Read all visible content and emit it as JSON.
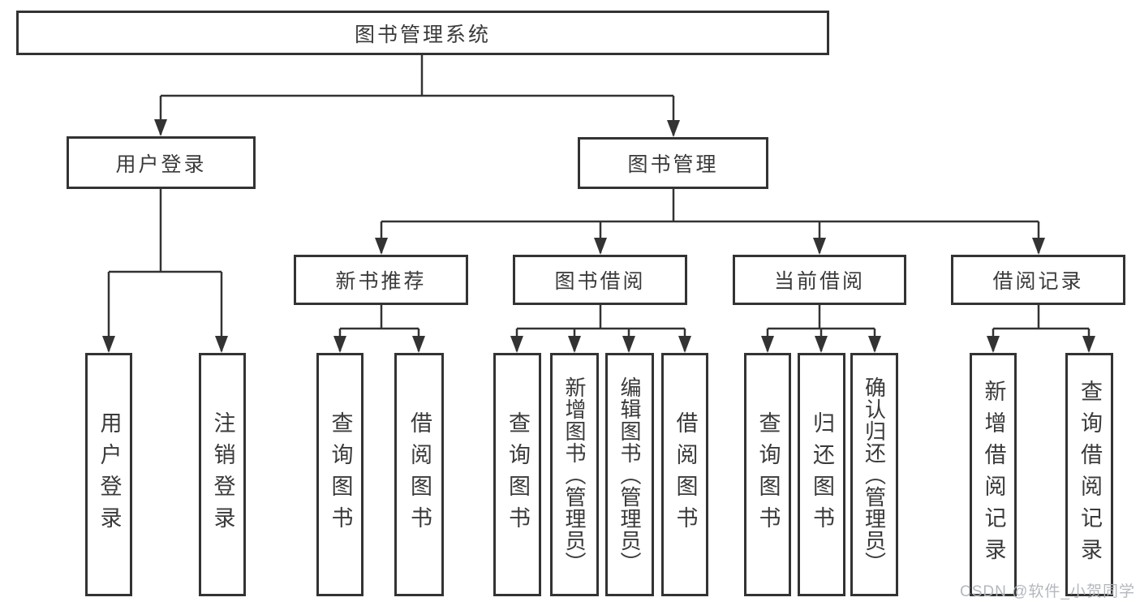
{
  "diagram": {
    "type": "tree",
    "title": "图书管理系统"
  },
  "colors": {
    "line": "#333333",
    "border": "#333333",
    "text": "#3a3a3a",
    "background": "#ffffff",
    "watermark": "#b0b5bd"
  },
  "root": {
    "label": "图书管理系统"
  },
  "branches": [
    {
      "label": "用户登录",
      "children": [
        {
          "label": "用户登录"
        },
        {
          "label": "注销登录"
        }
      ]
    },
    {
      "label": "图书管理",
      "children": [
        {
          "label": "新书推荐",
          "children": [
            {
              "label": "查询图书"
            },
            {
              "label": "借阅图书"
            }
          ]
        },
        {
          "label": "图书借阅",
          "children": [
            {
              "label": "查询图书"
            },
            {
              "label": "新增图书（管理员）"
            },
            {
              "label": "编辑图书（管理员）"
            },
            {
              "label": "借阅图书"
            }
          ]
        },
        {
          "label": "当前借阅",
          "children": [
            {
              "label": "查询图书"
            },
            {
              "label": "归还图书"
            },
            {
              "label": "确认归还（管理员）"
            }
          ]
        },
        {
          "label": "借阅记录",
          "children": [
            {
              "label": "新增借阅记录"
            },
            {
              "label": "查询借阅记录"
            }
          ]
        }
      ]
    }
  ],
  "watermark": {
    "text": "CSDN @软件_小贺同学"
  }
}
